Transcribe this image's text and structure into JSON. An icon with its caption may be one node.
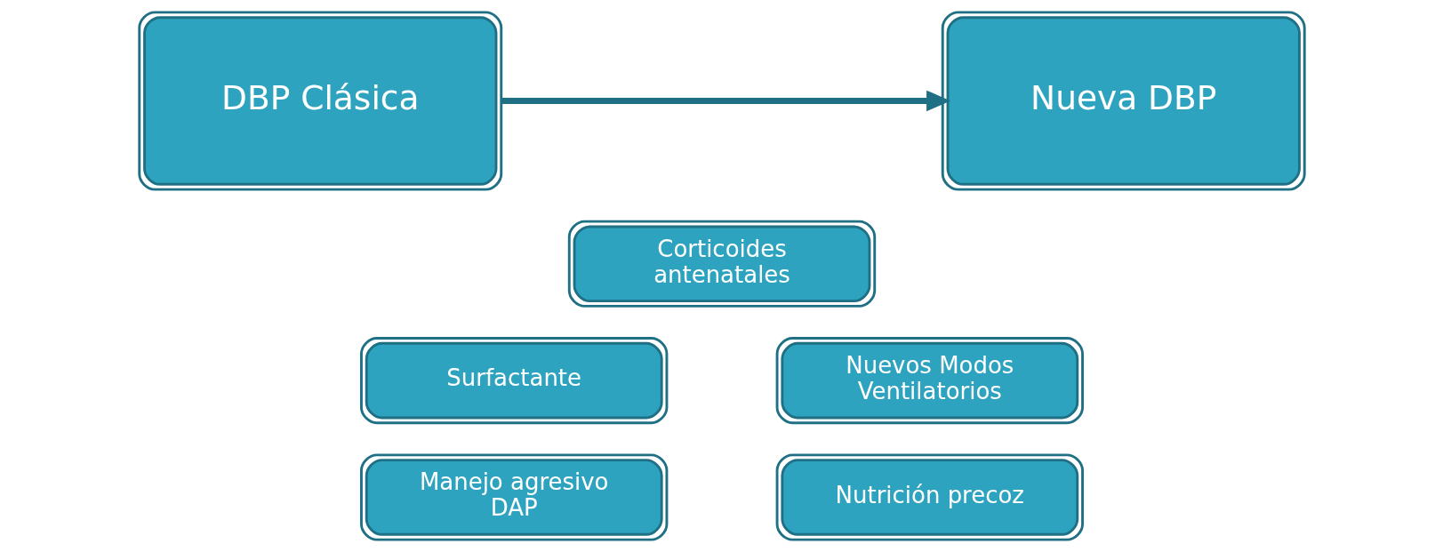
{
  "diagram": {
    "nodes": [
      {
        "text": [
          "DBP Clásica"
        ]
      },
      {
        "text": [
          "Nueva DBP"
        ]
      },
      {
        "text": [
          "Corticoides antenatales"
        ]
      },
      {
        "text": [
          "Surfactante"
        ]
      },
      {
        "text": [
          "Nuevos Modos Ventilatorios"
        ]
      },
      {
        "text": [
          "Manejo agresivo DAP"
        ]
      },
      {
        "text": [
          "Nutrición precoz"
        ]
      }
    ],
    "edges": [
      {
        "from": 0,
        "to": 1,
        "arrow": "to"
      }
    ]
  }
}
